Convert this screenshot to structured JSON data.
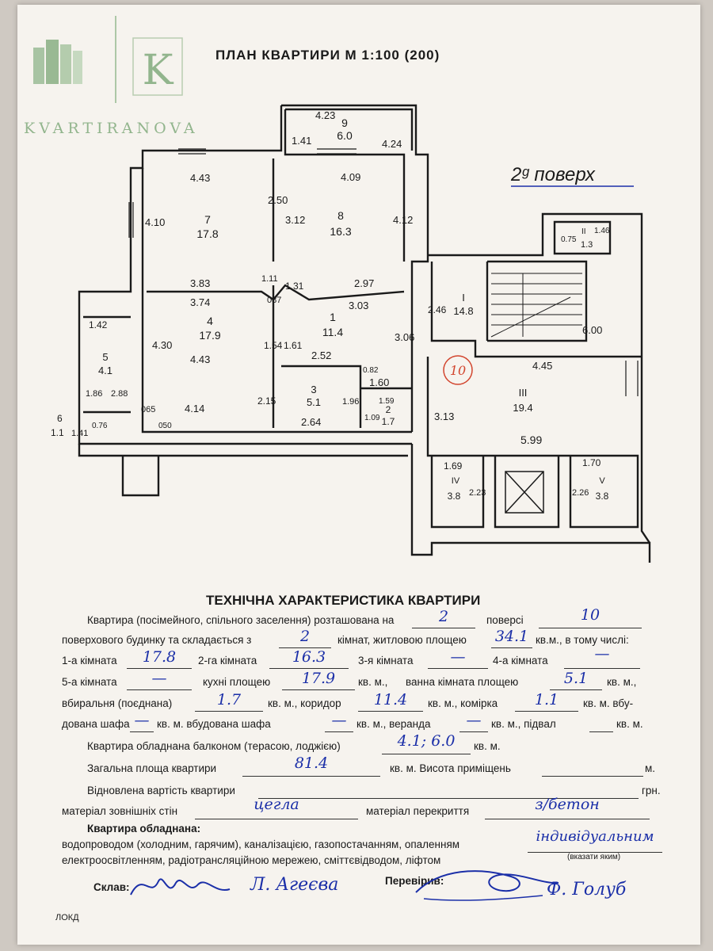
{
  "watermark": {
    "letter": "K",
    "brand": "KVARTIRANOVA"
  },
  "title": "ПЛАН КВАРТИРИ М 1:100 (200)",
  "floor_note": "2ᵍ поверх",
  "circled_number": "10",
  "rooms": [
    {
      "num": "9",
      "area": "6.0",
      "dims": [
        "4.23",
        "1.41",
        "4.24"
      ]
    },
    {
      "num": "7",
      "area": "17.8",
      "dims": [
        "4.43",
        "4.10",
        "3.83"
      ]
    },
    {
      "num": "8",
      "area": "16.3",
      "dims": [
        "4.09",
        "2.50",
        "3.12",
        "4.12",
        "2.97"
      ]
    },
    {
      "num": "4",
      "area": "17.9",
      "dims": [
        "3.74",
        "4.30",
        "4.43",
        "4.14",
        "065",
        "050"
      ]
    },
    {
      "num": "1",
      "area": "11.4",
      "dims": [
        "1.11",
        "1.31",
        "087",
        "3.03",
        "1.54",
        "1.61",
        "2.52",
        "3.06"
      ]
    },
    {
      "num": "5",
      "area": "4.1",
      "dims": [
        "1.42",
        "1.86",
        "2.88"
      ]
    },
    {
      "num": "6",
      "area": "1.1",
      "dims": [
        "1.41",
        "0.76"
      ]
    },
    {
      "num": "3",
      "area": "5.1",
      "dims": [
        "2.15",
        "1.96",
        "2.64"
      ]
    },
    {
      "num": "2",
      "area": "1.7",
      "dims": [
        "0.82",
        "1.60",
        "1.09",
        "1.59"
      ]
    },
    {
      "num": "I",
      "area": "14.8",
      "dims": [
        "2.46",
        "6.00"
      ]
    },
    {
      "num": "II",
      "area": "1.3",
      "dims": [
        "0.75",
        "1.46"
      ]
    },
    {
      "num": "III",
      "area": "19.4",
      "dims": [
        "4.45",
        "3.13",
        "5.99"
      ]
    },
    {
      "num": "IV",
      "area": "3.8",
      "dims": [
        "1.69",
        "2.23"
      ]
    },
    {
      "num": "V",
      "area": "3.8",
      "dims": [
        "1.70",
        "2.26"
      ]
    }
  ],
  "specs": {
    "heading": "ТЕХНІЧНА ХАРАКТЕРИСТИКА КВАРТИРИ",
    "l1a": "Квартира (посімейного, спільного заселення) розташована на",
    "floor": "2",
    "l1b": "поверсі",
    "floors_total": "10",
    "l2a": "поверхового будинку та складається з",
    "rooms_count": "2",
    "l2b": "кімнат, житловою площею",
    "living_area": "34.1",
    "l2c": "кв.м., в тому числі:",
    "room1_label": "1-а кімната",
    "room1": "17.8",
    "room2_label": "2-га кімната",
    "room2": "16.3",
    "room3_label": "3-я кімната",
    "room3": "—",
    "room4_label": "4-а кімната",
    "room4": "—",
    "room5_label": "5-а кімната",
    "room5": "—",
    "kitchen_label": "кухні площею",
    "kitchen": "17.9",
    "unit1": "кв. м.,",
    "bath_label": "ванна кімната площею",
    "bath": "5.1",
    "unit2": "кв. м.,",
    "toilet_label": "вбиральня (поєднана)",
    "toilet": "1.7",
    "corridor_label": "кв. м., коридор",
    "corridor": "11.4",
    "storage_label": "кв. м., комірка",
    "storage": "1.1",
    "builtin_label": "кв. м. вбу-",
    "l6a": "дована шафа",
    "wardrobe1": "—",
    "l6b": "кв. м. вбудована шафа",
    "wardrobe2": "—",
    "l6c": "кв. м., веранда",
    "veranda": "—",
    "l6d": "кв. м., підвал",
    "l6e": "кв. м.",
    "balcony_label": "Квартира обладнана балконом (терасою, лоджією)",
    "balcony": "4.1; 6.0",
    "balcony_unit": "кв. м.",
    "total_label": "Загальна площа квартири",
    "total": "81.4",
    "height_label": "кв. м. Висота приміщень",
    "height_unit": "м.",
    "cost_label": "Відновлена вартість квартири",
    "cost_unit": "грн.",
    "walls_label": "матеріал зовнішніх стін",
    "walls": "цегла",
    "ceiling_label": "матеріал перекриття",
    "ceiling": "з/бетон",
    "equipped_label": "Квартира обладнана:",
    "equip1": "водопроводом (холодним, гарячим), каналізацією, газопостачанням, опаленням",
    "heating": "індивідуальним",
    "heating_hint": "(вказати яким)",
    "equip2": "електроосвітленням, радіотрансляційною мережею, сміттєвідводом, ліфтом",
    "compiled_label": "Склав:",
    "compiled_name": "Л. Агеєва",
    "checked_label": "Перевірив:",
    "checked_name": "Ф. Голуб",
    "footer": "ЛОКД"
  }
}
